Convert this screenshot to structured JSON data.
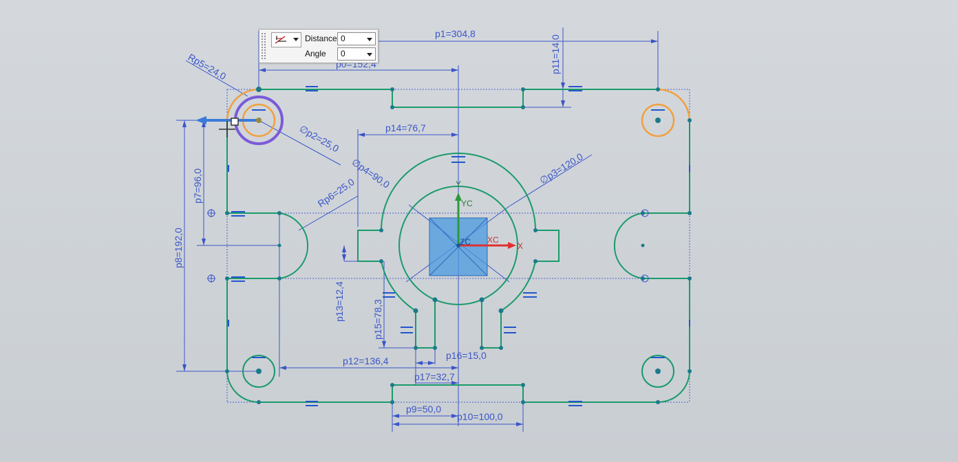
{
  "toolbar": {
    "distance_label": "Distance",
    "distance_value": "0",
    "angle_label": "Angle",
    "angle_value": "0"
  },
  "dimensions": {
    "p0": "p0=152,4",
    "p1": "p1=304,8",
    "p2": "∅p2=25,0",
    "p3": "∅p3=120,0",
    "p4": "∅p4=90,0",
    "p5": "Rp5=24,0",
    "p6": "Rp6=25,0",
    "p7": "p7=96,0",
    "p8": "p8=192,0",
    "p9": "p9=50,0",
    "p10": "p10=100,0",
    "p11": "p11=14,0",
    "p12": "p12=136,4",
    "p13": "p13=12,4",
    "p14": "p14=76,7",
    "p15": "p15=78,3",
    "p16": "p16=15,0",
    "p17": "p17=32,7"
  },
  "axes": {
    "yc": "YC",
    "xc": "XC",
    "zc": "ZC",
    "x": "X",
    "y": "Y"
  },
  "colors": {
    "geometry": "#1a9a6a",
    "dimension": "#3a55c8",
    "highlight": "#f0a040",
    "selected": "#7a5ad8",
    "x_axis": "#e03030",
    "y_axis": "#2a9a3a",
    "origin_box": "#3a8fd8"
  }
}
